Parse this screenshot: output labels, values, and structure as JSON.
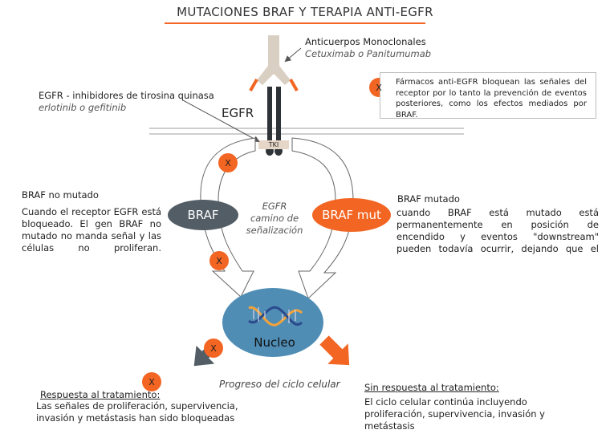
{
  "title": "MUTACIONES BRAF Y TERAPIA ANTI-EGFR",
  "antibodies": {
    "label": "Anticuerpos Monoclonales",
    "drugs": "Cetuximab o Panitumumab"
  },
  "tki": {
    "label": "EGFR - inhibidores de tirosina quinasa",
    "drugs": "erlotinib o  gefitinib",
    "badge": "TKI"
  },
  "receptor": {
    "label": "EGFR"
  },
  "info_box": {
    "marker": "X",
    "text": "Fármacos anti-EGFR bloquean las señales del receptor por lo tanto la prevención de eventos posteriores, como los efectos mediados por BRAF."
  },
  "pathway": {
    "label": "EGFR camino de señalización",
    "line1": "EGFR",
    "line2": "camino de",
    "line3": "señalización"
  },
  "braf_wild": {
    "node": "BRAF",
    "heading": "BRAF no mutado",
    "text": "Cuando el receptor EGFR está bloqueado. El gen BRAF no mutado no manda señal y las células no proliferan."
  },
  "braf_mut": {
    "node": "BRAF mut",
    "heading": "BRAF mutado",
    "text": "cuando BRAF está mutado está permanentemente en posición de encendido y eventos \"downstream\" pueden todavía ocurrir, dejando que el tumor"
  },
  "nucleus": {
    "label": "Nucleo"
  },
  "cell_cycle": {
    "label": "Progreso del ciclo celular"
  },
  "response": {
    "marker": "X",
    "heading": "Respuesta al tratamiento:",
    "text": "Las señales de proliferación, supervivencia, invasión y metástasis han sido bloqueadas"
  },
  "no_response": {
    "heading": "Sin respuesta al tratamiento:",
    "text": "El ciclo celular continúa incluyendo proliferación, supervivencia, invasión y metástasis"
  },
  "markers": {
    "x": "X"
  },
  "colors": {
    "accent_orange": "#f26522",
    "gray_node": "#525d66",
    "nucleus_blue": "#4f8db5",
    "membrane": "#c8c8c8",
    "antibody_beige": "#d9cfc2"
  }
}
